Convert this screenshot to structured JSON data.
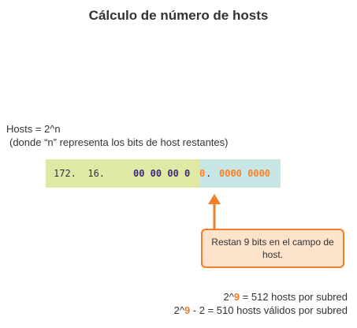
{
  "title": "Cálculo de número de hosts",
  "formula": {
    "line": "Hosts = 2^n",
    "note": "(donde “n” representa los bits de host restantes)"
  },
  "address": {
    "network": "172.  16.",
    "subnet": "00 00 00 0",
    "host_last_sub": "0",
    "dot": ".",
    "host": "0000 0000"
  },
  "callout": {
    "text": "Restan 9 bits en el campo de host."
  },
  "results": {
    "line1": {
      "prefix": "2^",
      "exp": "9",
      "rest": " = 512 hosts por subred"
    },
    "line2": {
      "prefix": "2^",
      "exp": "9",
      "rest": " - 2 = 510 hosts válidos por subred"
    }
  },
  "colors": {
    "network_segment": "#e0e8a6",
    "host_segment": "#c8e6e4",
    "accent": "#f07e26",
    "subnet_text": "#3d2a78",
    "callout_bg": "#fde3cc"
  }
}
